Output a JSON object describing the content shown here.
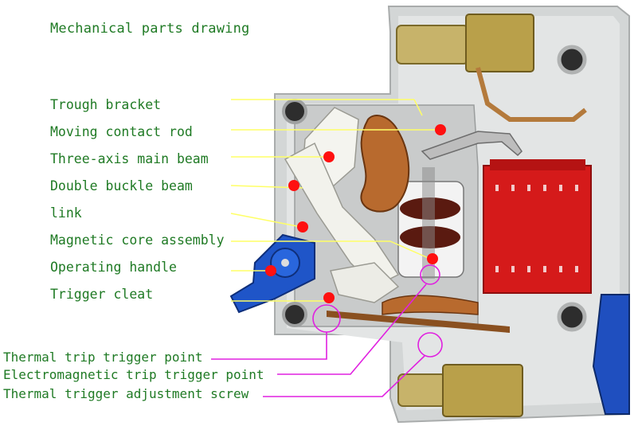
{
  "title": "Mechanical parts drawing",
  "labels": [
    "Trough bracket",
    "Moving contact rod",
    "Three-axis main beam",
    "Double buckle beam",
    "link",
    "Magnetic core assembly",
    "Operating handle",
    "Trigger cleat"
  ],
  "bottom_labels": [
    "Thermal trip trigger point",
    "Electromagnetic trip trigger point",
    "Thermal trigger adjustment screw"
  ],
  "colors": {
    "label_text": "#1f7a24",
    "leader_line": "#ffff66",
    "magenta_leader": "#e020e0",
    "marker_dot": "#ff1010",
    "housing": "#d9dcdc",
    "trip_module": "#d51a1a",
    "handle": "#1f55c8"
  }
}
